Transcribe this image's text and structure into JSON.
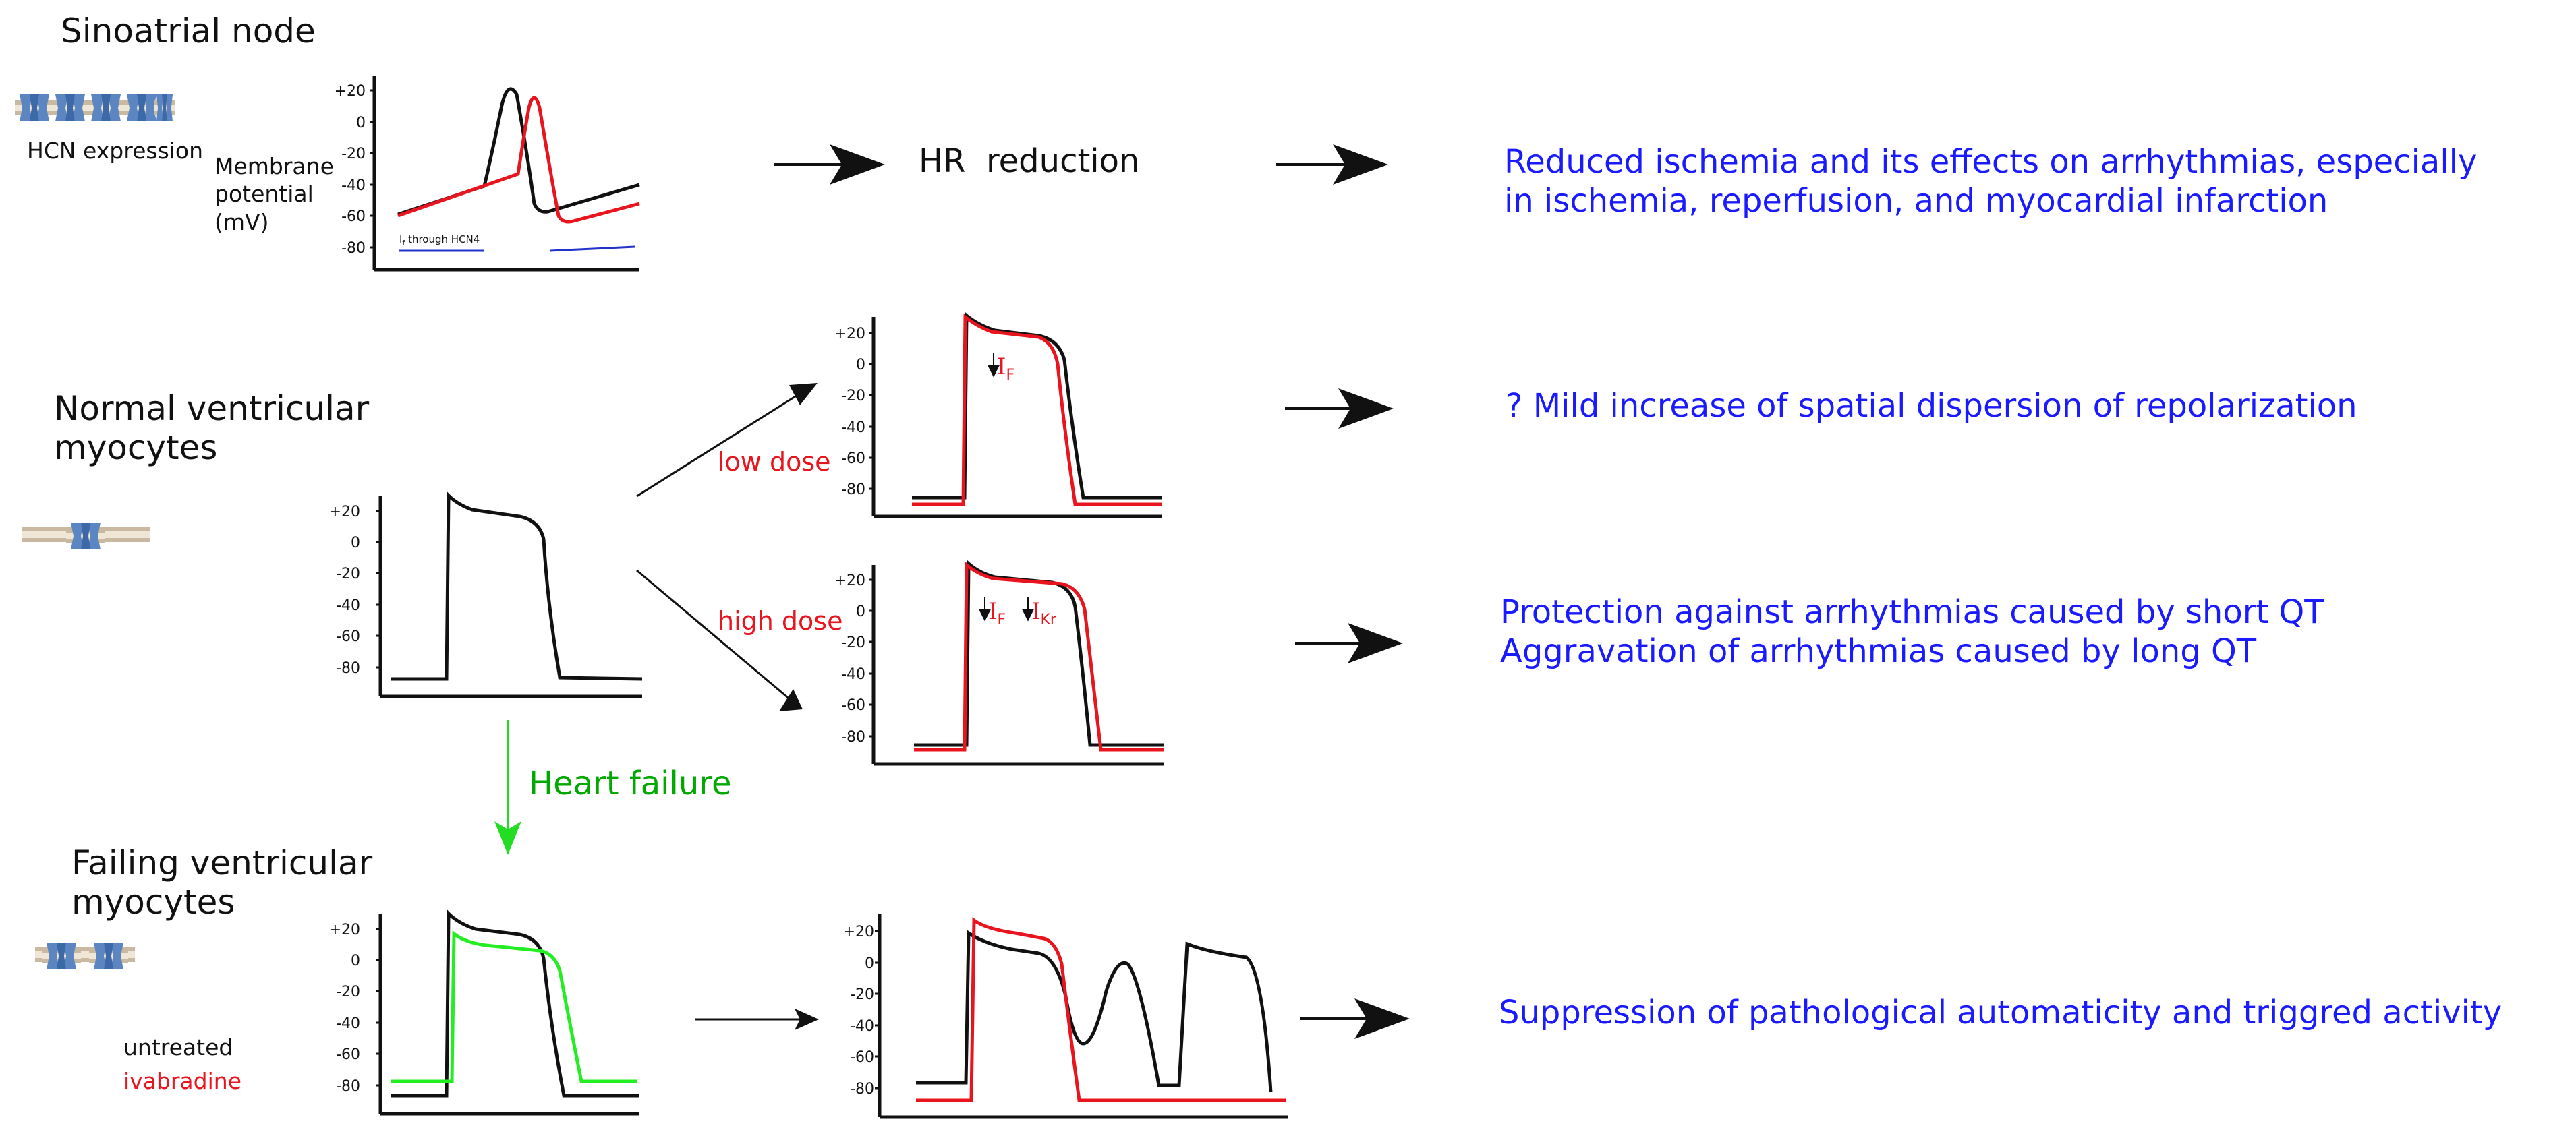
{
  "sinoatrial": {
    "title": "Sinoatrial node",
    "hcn_label": "HCN expression",
    "ylabel": "Membrane\npotential\n(mV)",
    "ticks": [
      "+20",
      "0",
      "-20",
      "-40",
      "-60",
      "-80"
    ],
    "current_label": "I",
    "current_sub": "f",
    "current_tail": " through HCN4",
    "effect": "HR  reduction",
    "result": "Reduced ischemia and its effects on arrhythmias, especially\nin ischemia, reperfusion, and myocardial infarction"
  },
  "normal": {
    "title": "Normal ventricular\nmyocytes",
    "ticks": [
      "+20",
      "0",
      "-20",
      "-40",
      "-60",
      "-80"
    ],
    "low_dose": "low dose",
    "high_dose": "high dose",
    "low_current": "I",
    "low_current_sub": "F",
    "high_current_1": "I",
    "high_current_1_sub": "F",
    "high_current_2": "I",
    "high_current_2_sub": "Kr",
    "result_low": "? Mild increase of spatial dispersion of repolarization",
    "result_high": "Protection against arrhythmias caused by short QT\nAggravation of arrhythmias caused by long QT"
  },
  "transition": {
    "label": "Heart failure"
  },
  "failing": {
    "title": "Failing ventricular\nmyocytes",
    "ticks": [
      "+20",
      "0",
      "-20",
      "-40",
      "-60",
      "-80"
    ],
    "legend_untreated": "untreated",
    "legend_ivabradine": "ivabradine",
    "result": "Suppression of pathological automaticity and triggred activity"
  },
  "colors": {
    "text_black": "#111111",
    "result_blue": "#1a1aff",
    "ivabradine_red": "#e8141e",
    "heart_failure_green": "#00a800",
    "failing_trace_green": "#22ee22",
    "current_bar_blue": "#2233cc",
    "channel_blue": "#5b86c2"
  },
  "icons": [
    "ion-channel-membrane-icon",
    "arrow-right-icon"
  ]
}
